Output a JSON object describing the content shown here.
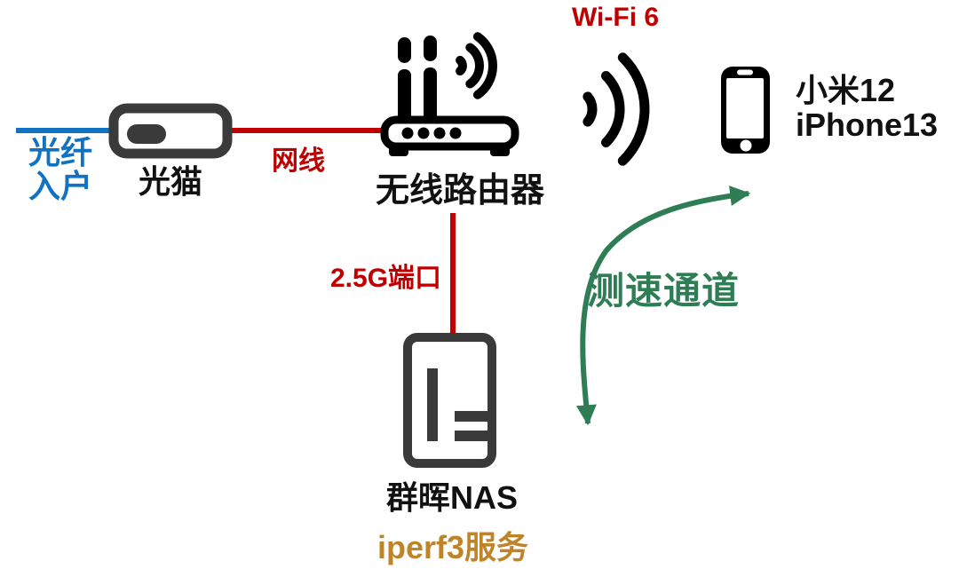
{
  "colors": {
    "blue": "#1272C2",
    "red": "#C00000",
    "green": "#2E7D55",
    "gold": "#C08428",
    "dark": "#3A3A3A",
    "ink": "#111111",
    "bg": "#FFFFFF"
  },
  "diagram": {
    "labels": {
      "fiber": "光纤\n入户",
      "modem": "光猫",
      "cable": "网线",
      "router": "无线路由器",
      "wifi6": "Wi-Fi 6",
      "devices": "小米12\niPhone13",
      "port": "2.5G端口",
      "nas": "群晖NAS",
      "iperf": "iperf3服务",
      "speed": "测速通道"
    },
    "icons": [
      "modem-icon",
      "router-icon",
      "wifi-signal-icon",
      "smartphone-icon",
      "nas-icon",
      "curved-double-arrow-icon"
    ]
  }
}
